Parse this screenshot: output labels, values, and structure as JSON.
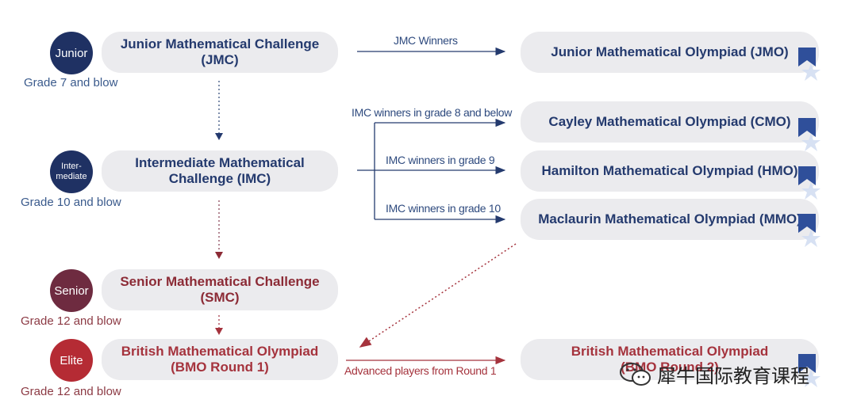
{
  "levels": [
    {
      "badge": "Junior",
      "title_line1": "Junior Mathematical Challenge",
      "title_line2": "(JMC)",
      "grade": "Grade 7 and blow"
    },
    {
      "badge_line1": "Inter-",
      "badge_line2": "mediate",
      "title_line1": "Intermediate Mathematical",
      "title_line2": "Challenge (IMC)",
      "grade": "Grade 10 and blow"
    },
    {
      "badge": "Senior",
      "title_line1": "Senior Mathematical Challenge",
      "title_line2": "(SMC)",
      "grade": "Grade 12 and blow"
    },
    {
      "badge": "Elite",
      "title_line1": "British Mathematical Olympiad",
      "title_line2": "(BMO Round 1)",
      "grade": "Grade 12 and blow"
    }
  ],
  "olympiads": [
    {
      "title": "Junior Mathematical Olympiad (JMO)"
    },
    {
      "title": "Cayley Mathematical Olympiad (CMO)"
    },
    {
      "title": "Hamilton Mathematical Olympiad (HMO)"
    },
    {
      "title": "Maclaurin Mathematical Olympiad (MMO)"
    },
    {
      "title_line1": "British Mathematical Olympiad",
      "title_line2": "(BMO Round 2)"
    }
  ],
  "flows": {
    "jmc_winners": "JMC Winners",
    "imc_grade8": "IMC winners in grade 8 and below",
    "imc_grade9": "IMC winners in grade 9",
    "imc_grade10": "IMC winners in grade 10",
    "advanced": "Advanced players from Round 1"
  },
  "watermark": {
    "text": "犀牛国际教育课程"
  },
  "colors": {
    "navy": "#243a6e",
    "maroon": "#8c2b36",
    "red": "#b52b34",
    "pill": "#ebebee"
  }
}
